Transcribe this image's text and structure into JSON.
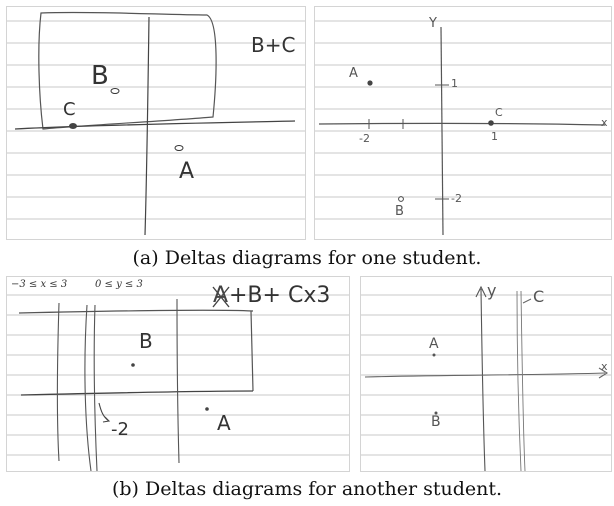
{
  "figure": {
    "caption_a": "(a) Deltas diagrams for one student.",
    "caption_b": "(b) Deltas diagrams for another student."
  },
  "panel_a_left": {
    "label_B": "B",
    "label_C": "C",
    "label_A": "A",
    "note": "B+C"
  },
  "panel_a_right": {
    "axis_y": "Y",
    "label_A": "A",
    "label_C": "C",
    "label_B": "B",
    "tick_pos1_y": "1",
    "tick_pos1_x": "1",
    "tick_neg2_x": "-2",
    "tick_neg2_y": "-2",
    "axis_x": "x"
  },
  "panel_b_left": {
    "range_x": "−3 ≤ x ≤ 3",
    "range_y": "0 ≤ y ≤ 3",
    "note_strike": "A",
    "note": "+B+ Cx3",
    "label_B": "B",
    "label_A": "A",
    "arrow_label": "-2"
  },
  "panel_b_right": {
    "axis_y": "y",
    "label_C": "C",
    "label_A": "A",
    "label_B": "B",
    "axis_x": "x"
  }
}
